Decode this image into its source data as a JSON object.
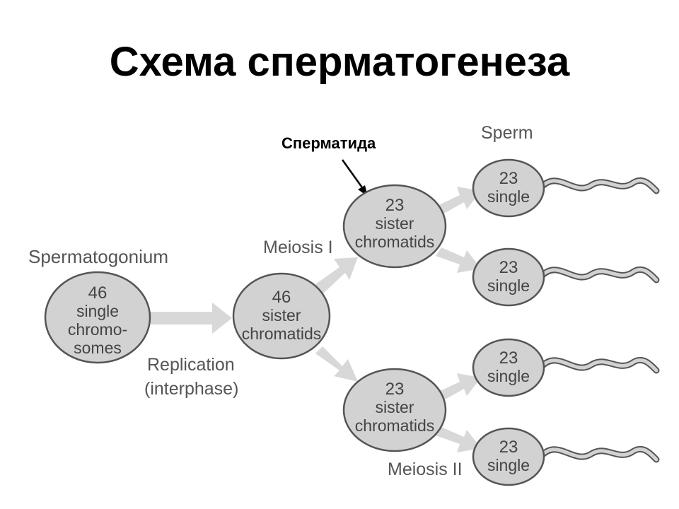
{
  "title": "Схема сперматогенеза",
  "callout": {
    "label": "Сперматида"
  },
  "labels": {
    "spermatogonium": "Spermatogonium",
    "replication_1": "Replication",
    "replication_2": "(interphase)",
    "meiosis_1": "Meiosis I",
    "meiosis_2": "Meiosis II",
    "sperm": "Sperm"
  },
  "spermatogonium": {
    "number": "46",
    "line1": "single",
    "line2": "chromo-",
    "line3": "somes"
  },
  "replicated_cell": {
    "number": "46",
    "line1": "sister",
    "line2": "chromatids"
  },
  "spermatids": [
    {
      "number": "23",
      "line1": "sister",
      "line2": "chromatids"
    },
    {
      "number": "23",
      "line1": "sister",
      "line2": "chromatids"
    }
  ],
  "sperm_cells": [
    {
      "number": "23",
      "line1": "single"
    },
    {
      "number": "23",
      "line1": "single"
    },
    {
      "number": "23",
      "line1": "single"
    },
    {
      "number": "23",
      "line1": "single"
    }
  ],
  "colors": {
    "cell_fill": "#d2d2d2",
    "cell_stroke": "#555555",
    "arrow_fill": "#d8d8d8",
    "text_gray": "#444444"
  }
}
